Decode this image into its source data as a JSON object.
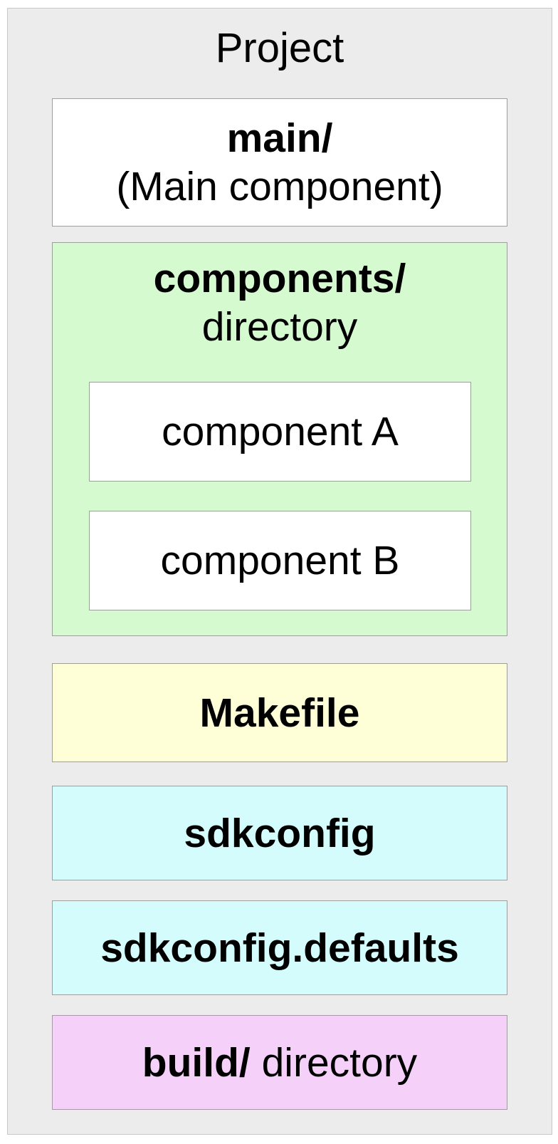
{
  "title": "Project",
  "main": {
    "name": "main/",
    "description": "(Main component)",
    "color": "#ffffff"
  },
  "components": {
    "name": "components/",
    "description": "directory",
    "color": "#d5fad0",
    "items": [
      {
        "label": "component A"
      },
      {
        "label": "component B"
      }
    ]
  },
  "makefile": {
    "name": "Makefile",
    "color": "#fefed7"
  },
  "sdkconfig": {
    "name": "sdkconfig",
    "color": "#d4fcfc"
  },
  "sdkconfig_defaults": {
    "name": "sdkconfig.defaults",
    "color": "#d4fcfc"
  },
  "build": {
    "name": "build/",
    "description": "directory",
    "color": "#f5d0f8"
  }
}
